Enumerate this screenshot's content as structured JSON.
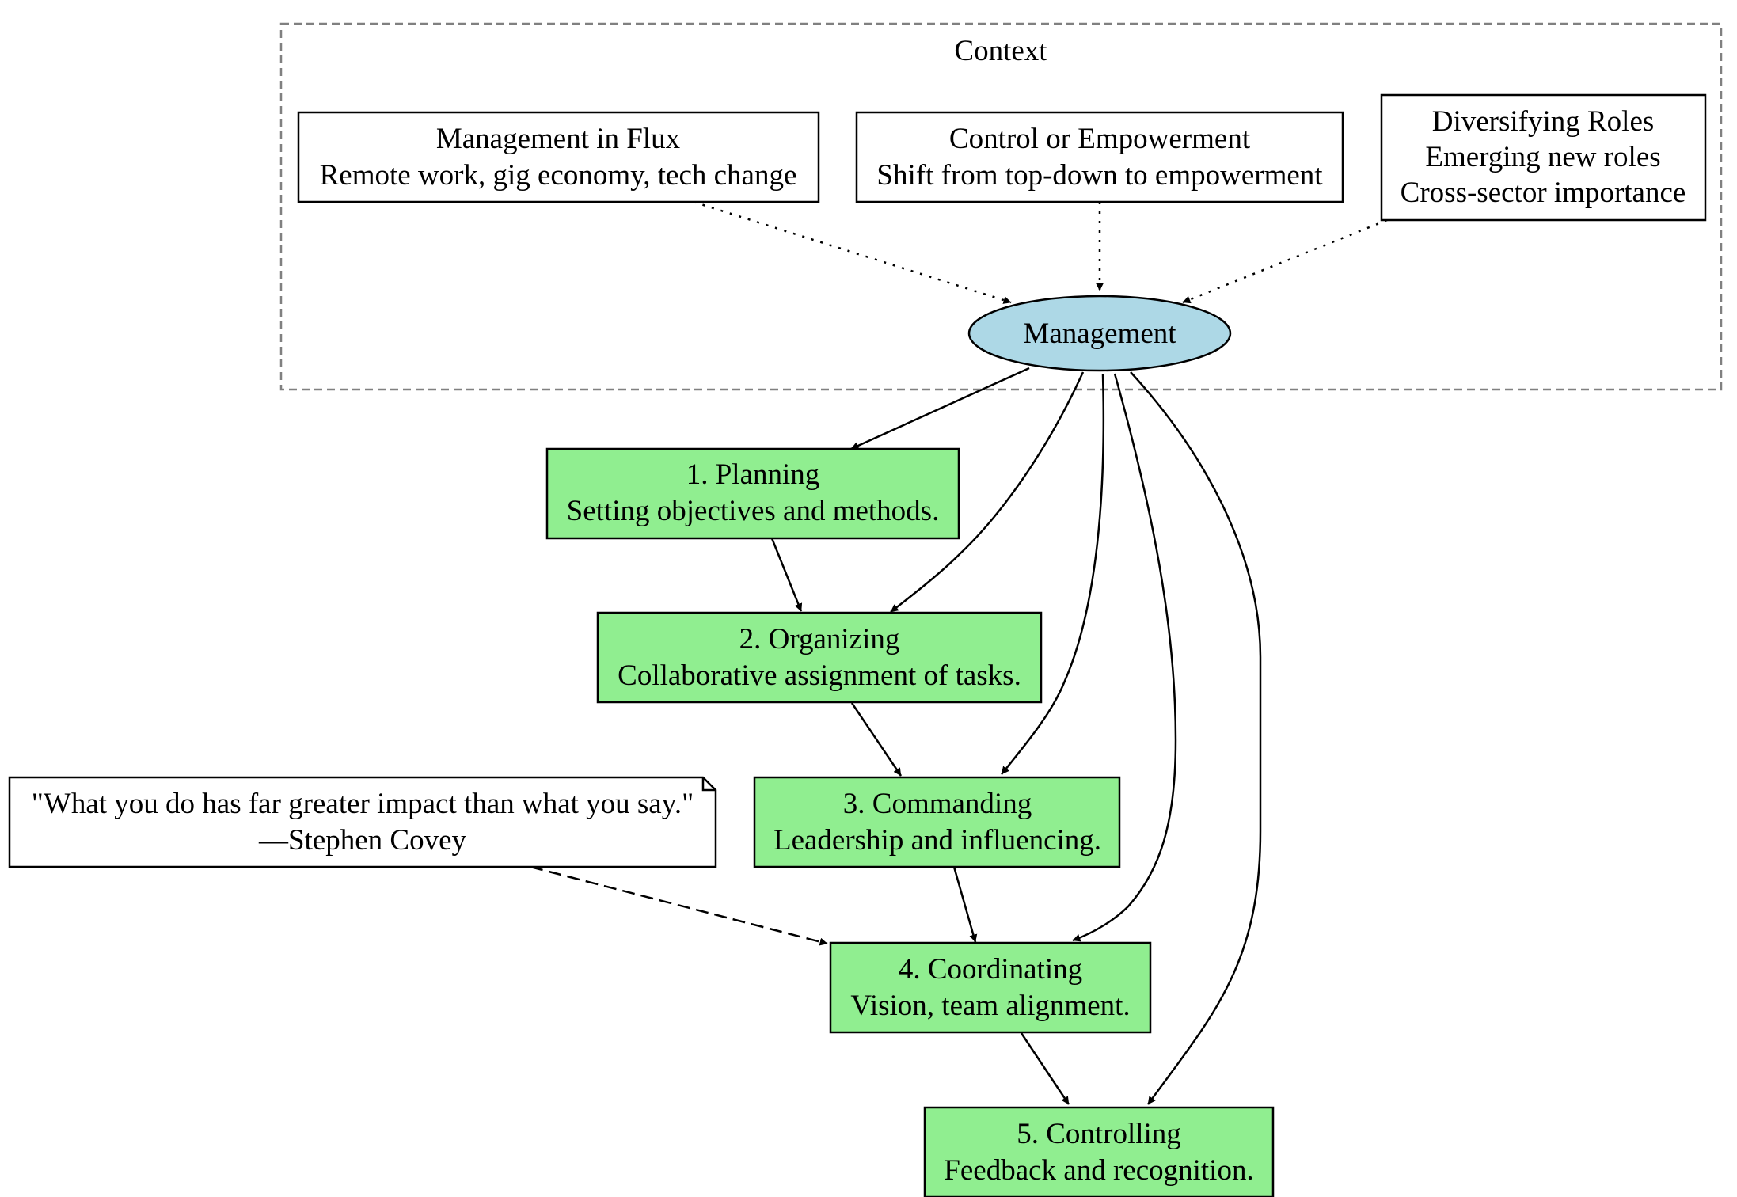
{
  "cluster": {
    "label": "Context"
  },
  "nodes": {
    "flux": {
      "lines": [
        "Management in Flux",
        "Remote work, gig economy, tech change"
      ]
    },
    "control": {
      "lines": [
        "Control or Empowerment",
        "Shift from top-down to empowerment"
      ]
    },
    "roles": {
      "lines": [
        "Diversifying Roles",
        "Emerging new roles",
        "Cross-sector importance"
      ]
    },
    "management": {
      "lines": [
        "Management"
      ]
    },
    "planning": {
      "lines": [
        "1. Planning",
        "Setting objectives and methods."
      ]
    },
    "organizing": {
      "lines": [
        "2. Organizing",
        "Collaborative assignment of tasks."
      ]
    },
    "commanding": {
      "lines": [
        "3. Commanding",
        "Leadership and influencing."
      ]
    },
    "coordinating": {
      "lines": [
        "4. Coordinating",
        "Vision, team alignment."
      ]
    },
    "controlling": {
      "lines": [
        "5. Controlling",
        "Feedback and recognition."
      ]
    },
    "quote": {
      "lines": [
        "\"What you do has far greater impact than what you say.\"",
        "—Stephen Covey"
      ]
    }
  },
  "colors": {
    "step_fill": "#90ee90",
    "management_fill": "#add8e6",
    "context_fill": "#ffffff",
    "cluster_border": "#808080",
    "edge": "#000000"
  }
}
